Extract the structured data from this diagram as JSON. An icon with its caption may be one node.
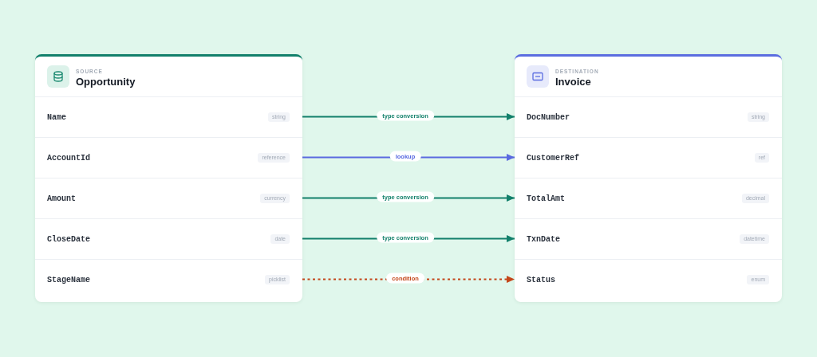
{
  "diagram": {
    "nodes": [
      {
        "text": [
          "SOURCE",
          "Opportunity"
        ]
      },
      {
        "text": [
          "Name",
          "string"
        ],
        "in": 0
      },
      {
        "text": [
          "AccountId",
          "reference"
        ],
        "in": 0
      },
      {
        "text": [
          "Amount",
          "currency"
        ],
        "in": 0
      },
      {
        "text": [
          "CloseDate",
          "date"
        ],
        "in": 0
      },
      {
        "text": [
          "StageName",
          "picklist"
        ],
        "in": 0
      },
      {
        "text": [
          "DESTINATION",
          "Invoice"
        ]
      },
      {
        "text": [
          "DocNumber",
          "string"
        ],
        "in": 6
      },
      {
        "text": [
          "CustomerRef",
          "ref"
        ],
        "in": 6
      },
      {
        "text": [
          "TotalAmt",
          "decimal"
        ],
        "in": 6
      },
      {
        "text": [
          "TxnDate",
          "datetime"
        ],
        "in": 6
      },
      {
        "text": [
          "Status",
          "enum"
        ],
        "in": 6
      }
    ],
    "edges": [
      {
        "from": 1,
        "to": 7,
        "arrow": "to",
        "label": "type conversion"
      },
      {
        "from": 2,
        "to": 8,
        "arrow": "to",
        "label": "lookup",
        "color": "#5a6ae0"
      },
      {
        "from": 3,
        "to": 9,
        "arrow": "to",
        "label": "type conversion"
      },
      {
        "from": 4,
        "to": 10,
        "arrow": "to",
        "label": "type conversion"
      },
      {
        "from": 5,
        "to": 11,
        "arrow": "to",
        "label": "condition",
        "style": "dashed",
        "color": "#c4471a"
      }
    ]
  }
}
